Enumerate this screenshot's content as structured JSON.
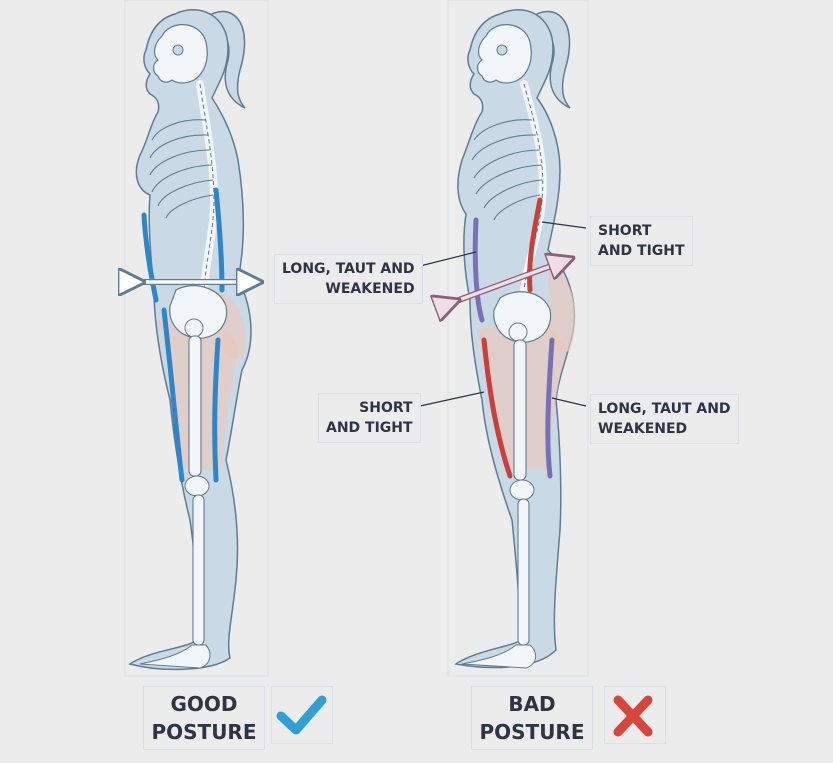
{
  "figures": [
    {
      "title_line1": "GOOD",
      "title_line2": "POSTURE",
      "status": "good",
      "status_icon": "checkmark-icon",
      "status_color": "#2f9fd8",
      "labels": [
        {
          "line1": "LONG, TAUT AND",
          "line2": "WEAKENED"
        }
      ]
    },
    {
      "title_line1": "BAD",
      "title_line2": "POSTURE",
      "status": "bad",
      "status_icon": "cross-icon",
      "status_color": "#d9453a",
      "labels": [
        {
          "line1": "SHORT",
          "line2": "AND TIGHT"
        },
        {
          "line1": "SHORT",
          "line2": "AND TIGHT"
        },
        {
          "line1": "LONG, TAUT AND",
          "line2": "WEAKENED"
        }
      ]
    }
  ],
  "colors": {
    "body_fill": "#c9d9e6",
    "body_stroke": "#5f7c92",
    "bone": "#f2f6f9",
    "muscle_weak": "#2f86c6",
    "muscle_tight": "#c9403a",
    "muscle_purple": "#7a70b8",
    "flesh": "#e8c9bd"
  }
}
